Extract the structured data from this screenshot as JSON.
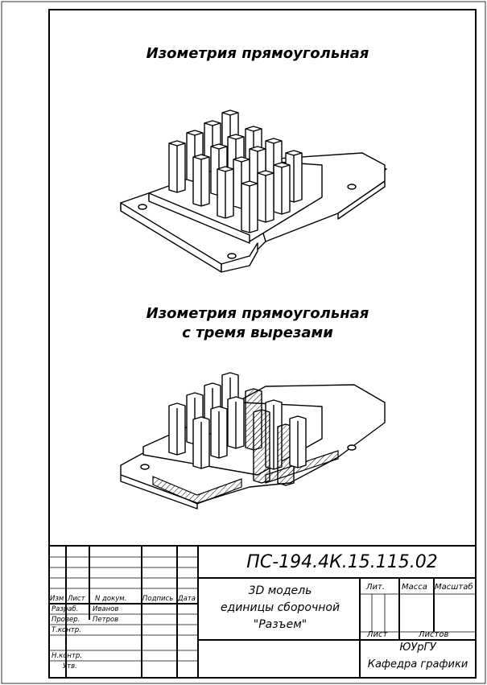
{
  "drawing": {
    "view1_title": "Изометрия прямоугольная",
    "view2_title_line1": "Изометрия прямоугольная",
    "view2_title_line2": "с тремя вырезами"
  },
  "title_block": {
    "designation": "ПС-194.4К.15.115.02",
    "name_line1": "3D модель",
    "name_line2": "единицы сборочной",
    "name_line3": "\"Разъем\"",
    "headers": {
      "izm": "Изм",
      "list": "Лист",
      "n_dokum": "N докум.",
      "podpis": "Подпись",
      "data": "Дата"
    },
    "roles": {
      "razrab": "Разраб.",
      "prover": "Провер.",
      "t_kontr": "Т.контр.",
      "n_kontr": "Н.контр.",
      "utv": "Утв."
    },
    "names": {
      "razrab": "Иванов",
      "prover": "Петров"
    },
    "cells": {
      "lit": "Лит.",
      "massa": "Масса",
      "masshtab": "Масштаб",
      "list": "Лист",
      "listov": "Листов"
    },
    "organization_line1": "ЮУрГУ",
    "organization_line2": "Кафедра графики"
  }
}
